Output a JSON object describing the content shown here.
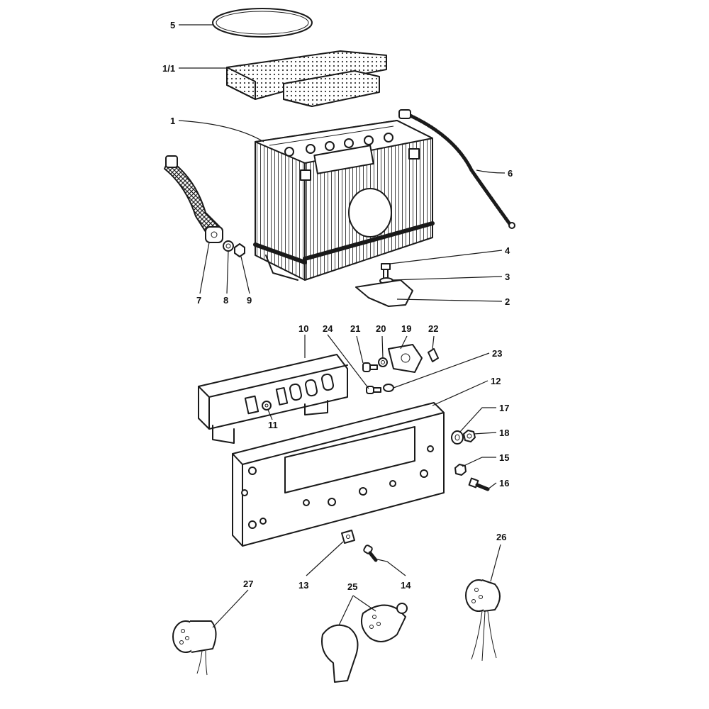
{
  "labels": {
    "l5": "5",
    "l1_1": "1/1",
    "l1": "1",
    "l6": "6",
    "l4": "4",
    "l3": "3",
    "l2": "2",
    "l7": "7",
    "l8": "8",
    "l9": "9",
    "l10": "10",
    "l24": "24",
    "l21": "21",
    "l20": "20",
    "l19": "19",
    "l22": "22",
    "l23": "23",
    "l12": "12",
    "l11": "11",
    "l17": "17",
    "l18": "18",
    "l15": "15",
    "l16": "16",
    "l13": "13",
    "l14": "14",
    "l25": "25",
    "l26": "26",
    "l27": "27"
  },
  "colors": {
    "ink": "#1a1a1a",
    "paper": "#ffffff"
  }
}
